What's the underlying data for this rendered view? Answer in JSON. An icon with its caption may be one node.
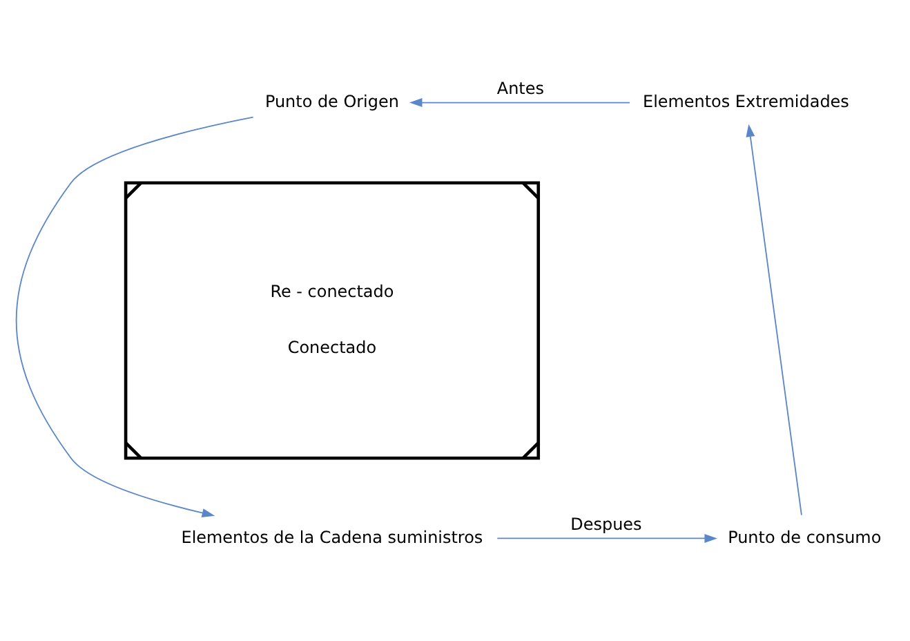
{
  "diagram": {
    "nodes": [
      {
        "text": [
          "Punto de Origen"
        ]
      },
      {
        "text": [
          "Elementos Extremidades"
        ]
      },
      {
        "text": [
          "Elementos de la Cadena suministros"
        ]
      },
      {
        "text": [
          "Punto de consumo"
        ]
      },
      {
        "text": [
          "Re - conectado",
          "Conectado"
        ]
      }
    ],
    "edges": [
      {
        "from": 1,
        "to": 0,
        "arrow": "to",
        "label": "Antes"
      },
      {
        "from": 0,
        "to": 2,
        "arrow": "to"
      },
      {
        "from": 2,
        "to": 3,
        "arrow": "to",
        "label": "Despues"
      },
      {
        "from": 3,
        "to": 1,
        "arrow": "to"
      }
    ]
  }
}
